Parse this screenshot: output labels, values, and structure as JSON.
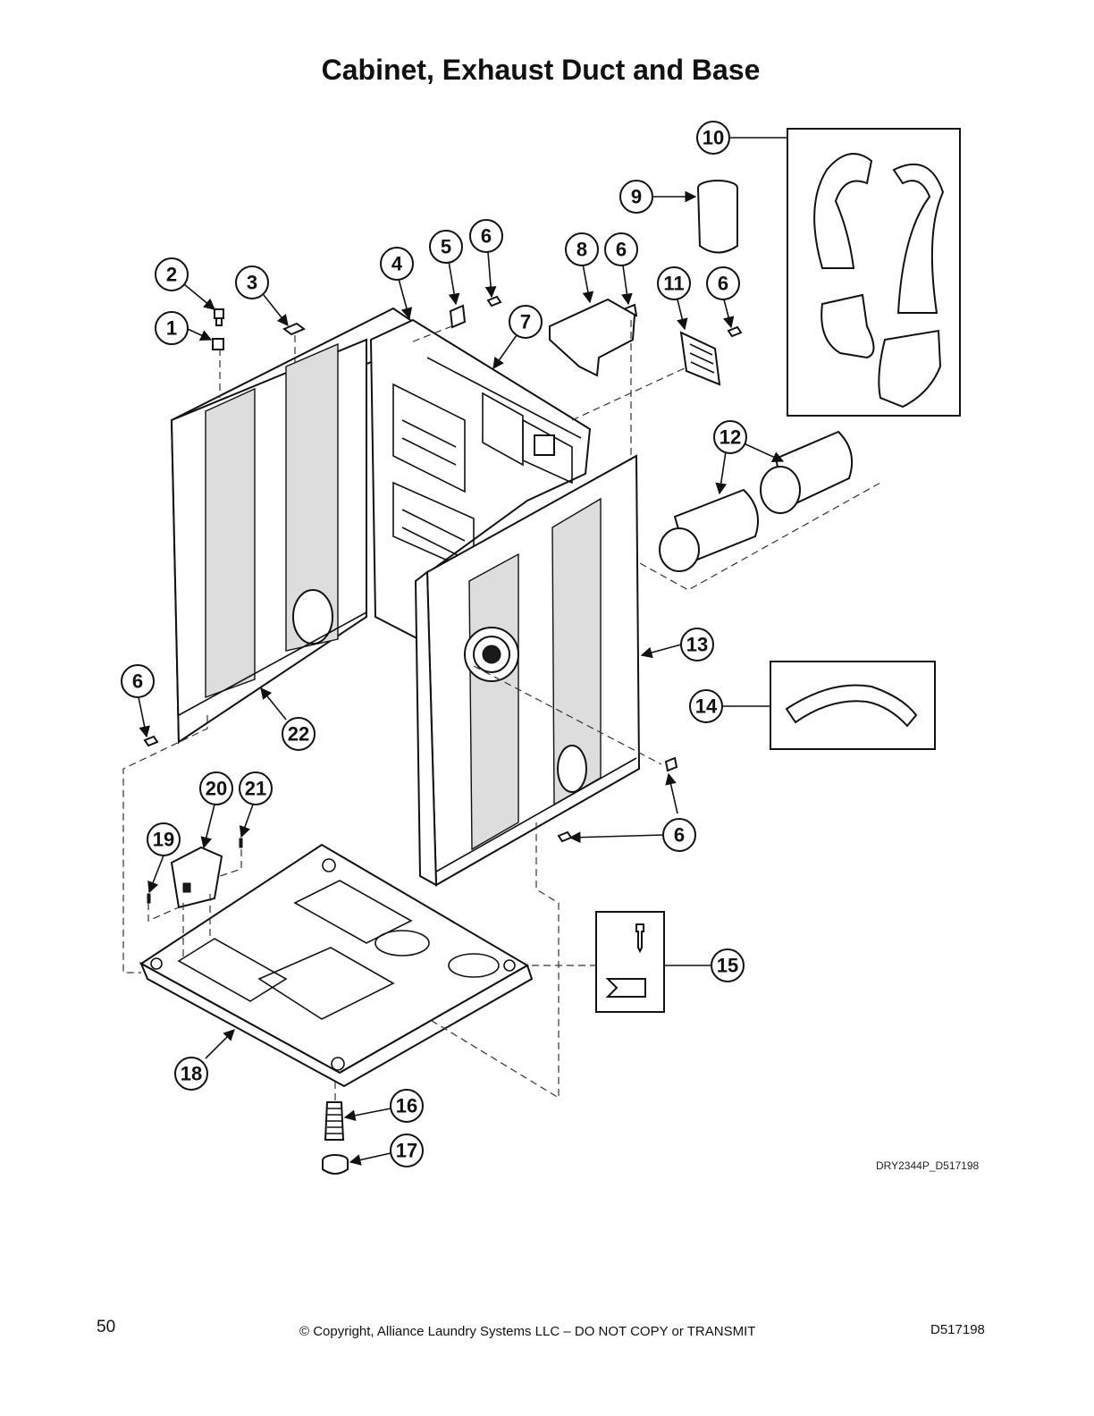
{
  "title": "Cabinet, Exhaust Duct and Base",
  "image_code": "DRY2344P_D517198",
  "footer": {
    "page_number": "50",
    "copyright": "© Copyright, Alliance Laundry Systems LLC – DO NOT COPY or TRANSMIT",
    "doc_number": "D517198"
  },
  "callouts": [
    "1",
    "2",
    "3",
    "4",
    "5",
    "6",
    "7",
    "8",
    "9",
    "10",
    "11",
    "12",
    "13",
    "14",
    "15",
    "16",
    "17",
    "18",
    "19",
    "20",
    "21",
    "22"
  ]
}
